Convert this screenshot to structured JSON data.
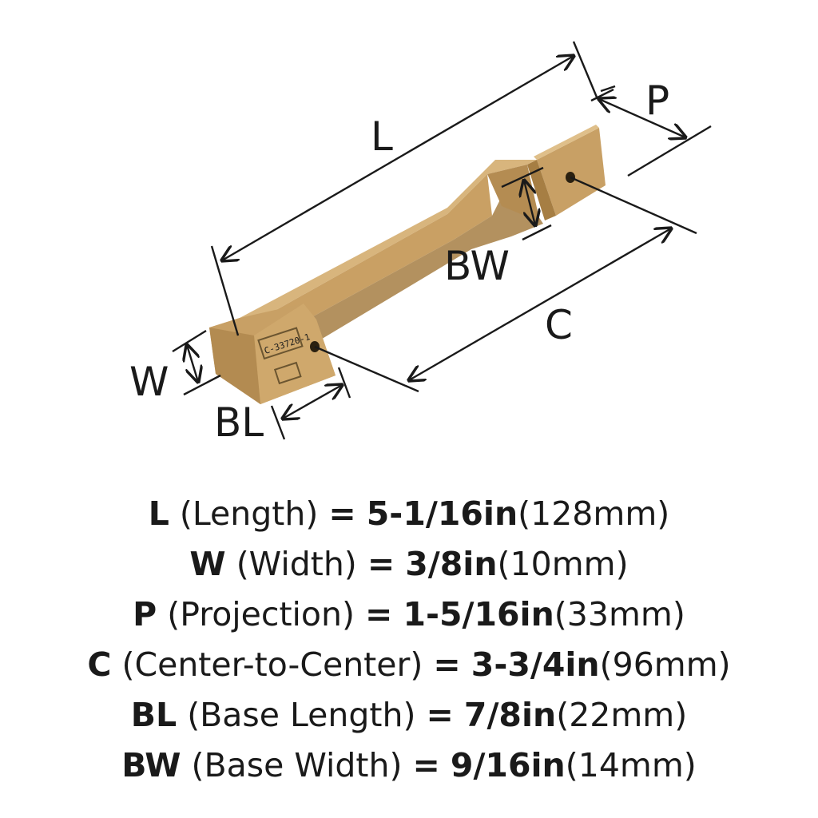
{
  "diagram": {
    "labels": {
      "L": "L",
      "P": "P",
      "BW": "BW",
      "C": "C",
      "W": "W",
      "BL": "BL"
    },
    "stamp_text": "C-33720-1",
    "colors": {
      "finish_light": "#d8b57d",
      "finish_mid": "#c8a065",
      "finish_dark": "#a67e43",
      "dimension_line": "#1a1a1a"
    }
  },
  "specs": [
    {
      "symbol": "L",
      "name": "(Length)",
      "eq": "=",
      "imperial": "5-1/16in",
      "metric": "(128mm)"
    },
    {
      "symbol": "W",
      "name": "(Width)",
      "eq": "=",
      "imperial": "3/8in",
      "metric": "(10mm)"
    },
    {
      "symbol": "P",
      "name": "(Projection)",
      "eq": "=",
      "imperial": "1-5/16in",
      "metric": "(33mm)"
    },
    {
      "symbol": "C",
      "name": "(Center-to-Center)",
      "eq": "=",
      "imperial": "3-3/4in",
      "metric": "(96mm)"
    },
    {
      "symbol": "BL",
      "name": "(Base Length)",
      "eq": "=",
      "imperial": "7/8in",
      "metric": "(22mm)"
    },
    {
      "symbol": "BW",
      "name": "(Base Width)",
      "eq": "=",
      "imperial": "9/16in",
      "metric": "(14mm)"
    }
  ]
}
